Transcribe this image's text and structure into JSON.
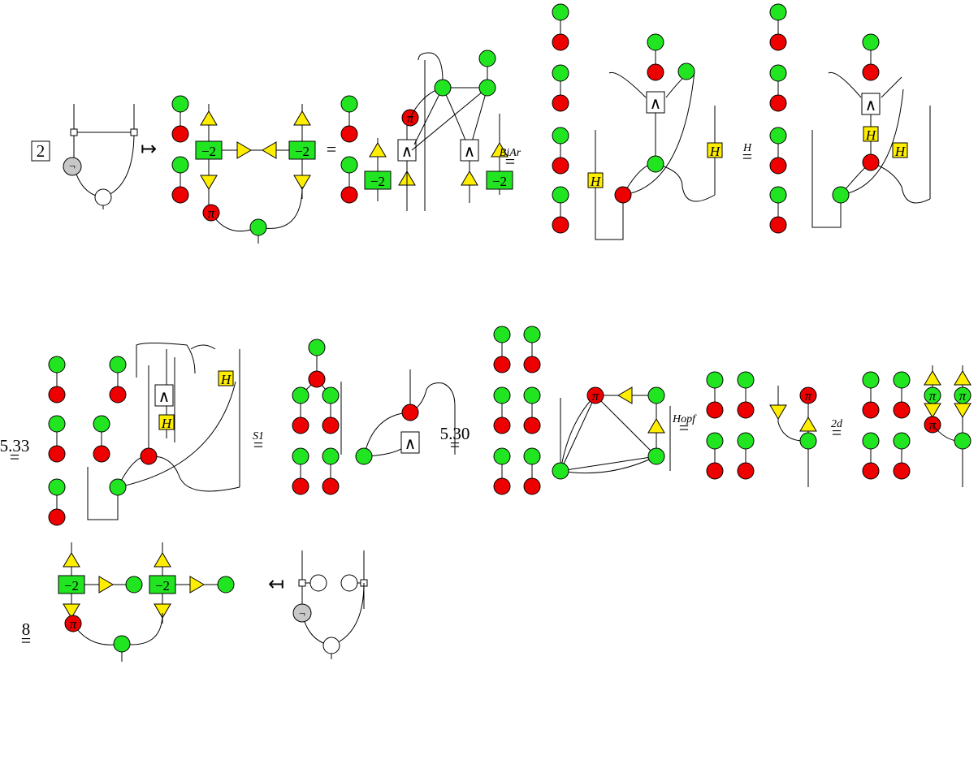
{
  "labels": {
    "box_two": "2",
    "mapsto": "↦",
    "mapsfrom": "↤",
    "eq": "=",
    "minus_two": "−2",
    "pi": "π",
    "wedge": "∧",
    "h": "H",
    "not": "¬",
    "biar": "BiAr",
    "hrule": "H",
    "r533": "5.33",
    "s1": "S1",
    "r530": "5.30",
    "hopf": "Hopf",
    "twod": "2d",
    "eight": "8"
  },
  "colors": {
    "green": "#22e522",
    "red": "#ee0000",
    "yellow": "#ffee00",
    "grey": "#c8c8c8",
    "white": "#ffffff"
  }
}
